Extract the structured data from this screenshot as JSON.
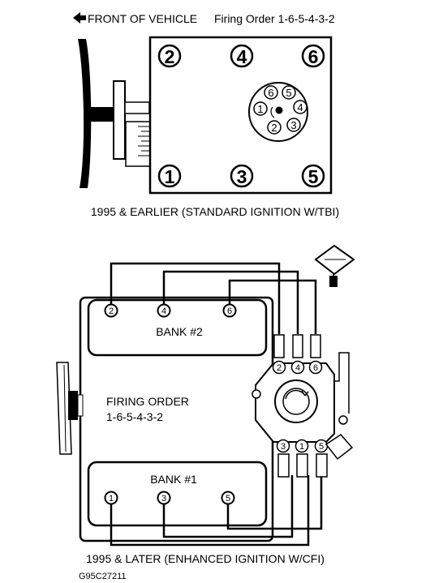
{
  "top": {
    "front_label": "FRONT OF VEHICLE",
    "firing_order_label": "Firing Order 1-6-5-4-3-2",
    "caption": "1995 & EARLIER (STANDARD IGNITION W/TBI)",
    "cylinders": [
      "1",
      "2",
      "3",
      "4",
      "5",
      "6"
    ],
    "distributor_terminals": [
      "1",
      "2",
      "3",
      "4",
      "5",
      "6"
    ]
  },
  "bottom": {
    "bank2_label": "BANK #2",
    "bank1_label": "BANK #1",
    "firing_order_line1": "FIRING ORDER",
    "firing_order_line2": "1-6-5-4-3-2",
    "caption": "1995 & LATER (ENHANCED IGNITION W/CFI)",
    "bank2_plugs": [
      "2",
      "4",
      "6"
    ],
    "bank1_plugs": [
      "1",
      "3",
      "5"
    ],
    "coil_top": [
      "2",
      "4",
      "6"
    ],
    "coil_bottom": [
      "3",
      "1",
      "5"
    ]
  },
  "figure_code": "G95C27211"
}
